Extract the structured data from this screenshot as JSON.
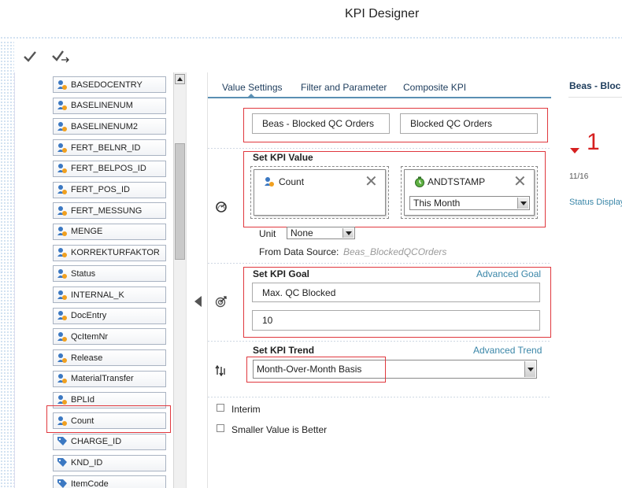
{
  "window": {
    "title": "KPI Designer"
  },
  "toolbar": {
    "ok_icon": "check-icon",
    "ok_next_icon": "check-forward-icon"
  },
  "fields": [
    {
      "label": "BASEDOCENTRY",
      "icon": "numeric-field-icon"
    },
    {
      "label": "BASELINENUM",
      "icon": "numeric-field-icon"
    },
    {
      "label": "BASELINENUM2",
      "icon": "numeric-field-icon"
    },
    {
      "label": "FERT_BELNR_ID",
      "icon": "numeric-field-icon"
    },
    {
      "label": "FERT_BELPOS_ID",
      "icon": "numeric-field-icon"
    },
    {
      "label": "FERT_POS_ID",
      "icon": "numeric-field-icon"
    },
    {
      "label": "FERT_MESSUNG",
      "icon": "numeric-field-icon"
    },
    {
      "label": "MENGE",
      "icon": "numeric-field-icon"
    },
    {
      "label": "KORREKTURFAKTOR",
      "icon": "numeric-field-icon"
    },
    {
      "label": "Status",
      "icon": "numeric-field-icon"
    },
    {
      "label": "INTERNAL_K",
      "icon": "numeric-field-icon"
    },
    {
      "label": "DocEntry",
      "icon": "numeric-field-icon"
    },
    {
      "label": "QcItemNr",
      "icon": "numeric-field-icon"
    },
    {
      "label": "Release",
      "icon": "numeric-field-icon"
    },
    {
      "label": "MaterialTransfer",
      "icon": "numeric-field-icon"
    },
    {
      "label": "BPLId",
      "icon": "numeric-field-icon"
    },
    {
      "label": "Count",
      "icon": "numeric-field-icon"
    },
    {
      "label": "CHARGE_ID",
      "icon": "tag-field-icon"
    },
    {
      "label": "KND_ID",
      "icon": "tag-field-icon"
    },
    {
      "label": "ItemCode",
      "icon": "tag-field-icon"
    }
  ],
  "tabs": [
    {
      "label": "Value Settings",
      "active": true
    },
    {
      "label": "Filter and Parameter",
      "active": false
    },
    {
      "label": "Composite KPI",
      "active": false
    }
  ],
  "kpi_names": {
    "name1": "Beas - Blocked QC Orders",
    "name2": "Blocked QC Orders"
  },
  "kpi_value": {
    "section_label": "Set KPI Value",
    "measure": "Count",
    "time_field": "ANDTSTAMP",
    "period": "This Month",
    "unit_label": "Unit",
    "unit": "None",
    "source_label": "From Data Source:",
    "source": "Beas_BlockedQCOrders"
  },
  "kpi_goal": {
    "section_label": "Set KPI Goal",
    "advanced_link": "Advanced Goal",
    "goal_name": "Max. QC Blocked",
    "goal_value": "10"
  },
  "kpi_trend": {
    "section_label": "Set KPI Trend",
    "advanced_link": "Advanced Trend",
    "trend": "Month-Over-Month Basis"
  },
  "options": [
    {
      "label": "Interim",
      "checked": false
    },
    {
      "label": "Smaller Value is Better",
      "checked": false
    }
  ],
  "preview": {
    "title": "Beas - Bloc",
    "value": "1",
    "trend": "down",
    "date": "11/16",
    "status": "Status Display"
  },
  "colors": {
    "highlight": "#e0383e",
    "link": "#3a86a8",
    "value_red": "#d62020"
  }
}
